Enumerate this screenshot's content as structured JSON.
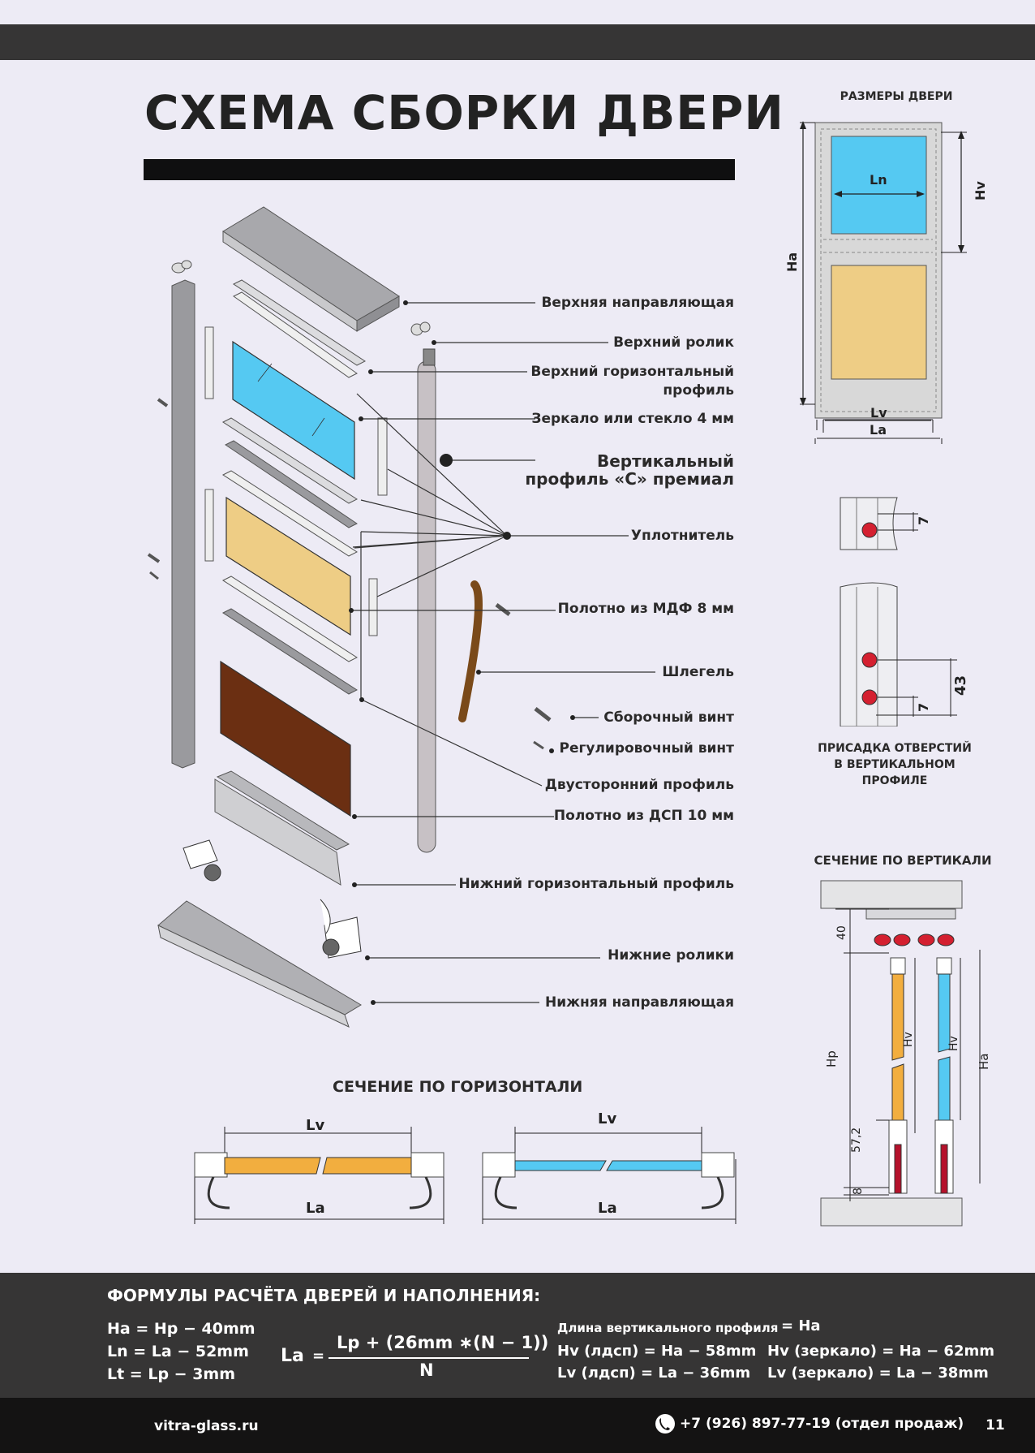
{
  "title": "СХЕМА СБОРКИ ДВЕРИ",
  "parts": [
    {
      "label": "Верхняя направляющая"
    },
    {
      "label": "Верхний ролик"
    },
    {
      "label": "Верхний горизонтальный\nпрофиль"
    },
    {
      "label": "Зеркало или стекло 4 мм"
    },
    {
      "label": "Вертикальный\nпрофиль «С» премиал"
    },
    {
      "label": "Уплотнитель"
    },
    {
      "label": "Полотно из МДФ 8 мм"
    },
    {
      "label": "Шлегель"
    },
    {
      "label": "Сборочный винт"
    },
    {
      "label": "Регулировочный винт"
    },
    {
      "label": "Двусторонний профиль"
    },
    {
      "label": "Полотно из ДСП 10 мм"
    },
    {
      "label": "Нижний горизонтальный профиль"
    },
    {
      "label": "Нижние ролики"
    },
    {
      "label": "Нижняя направляющая"
    }
  ],
  "door_dims": {
    "title": "РАЗМЕРЫ ДВЕРИ",
    "ln": "Ln",
    "hv": "Hv",
    "ha": "Ha",
    "lv": "Lv",
    "la": "La"
  },
  "holes": {
    "caption": "ПРИСАДКА ОТВЕРСТИЙ\nВ ВЕРТИКАЛЬНОМ\nПРОФИЛЕ",
    "dim1": "7",
    "dim2": "7",
    "dim3": "43"
  },
  "vertical_section": {
    "title": "СЕЧЕНИЕ ПО ВЕРТИКАЛИ",
    "d40": "40",
    "hp": "Hp",
    "hv1": "Hv",
    "hv2": "Hv",
    "ha": "Ha",
    "d572": "57,2",
    "d8": "8"
  },
  "horizontal_section": {
    "title": "СЕЧЕНИЕ ПО ГОРИЗОНТАЛИ",
    "lv1": "Lv",
    "la1": "La",
    "lv2": "Lv",
    "la2": "La"
  },
  "formulas": {
    "title": "ФОРМУЛЫ РАСЧЁТА ДВЕРЕЙ И НАПОЛНЕНИЯ:",
    "f1": "Ha = Hp − 40mm",
    "f2": "Ln = La − 52mm",
    "f3": "Lt = Lp − 3mm",
    "la_lhs": "La",
    "la_eq": "=",
    "la_num": "Lp + (26mm ∗(N − 1))",
    "la_den": "N",
    "r1_label": "Длина вертикального профиля",
    "r1_value": "= Ha",
    "r2": "Hv (лдсп) = Ha − 58mm",
    "r3": "Hv (зеркало) = Ha − 62mm",
    "r4": "Lv (лдсп) = La − 36mm",
    "r5": "Lv (зеркало) = La − 38mm"
  },
  "footer": {
    "site": "vitra-glass.ru",
    "phone": "+7 (926) 897-77-19 (отдел продаж)",
    "page": "11"
  },
  "colors": {
    "mirror": "#55c9f2",
    "mdf": "#eecd85",
    "dsp": "#6b2f12",
    "orange_fill": "#f2ae3f",
    "dark_band": "#363535",
    "footer_band": "#141313"
  }
}
